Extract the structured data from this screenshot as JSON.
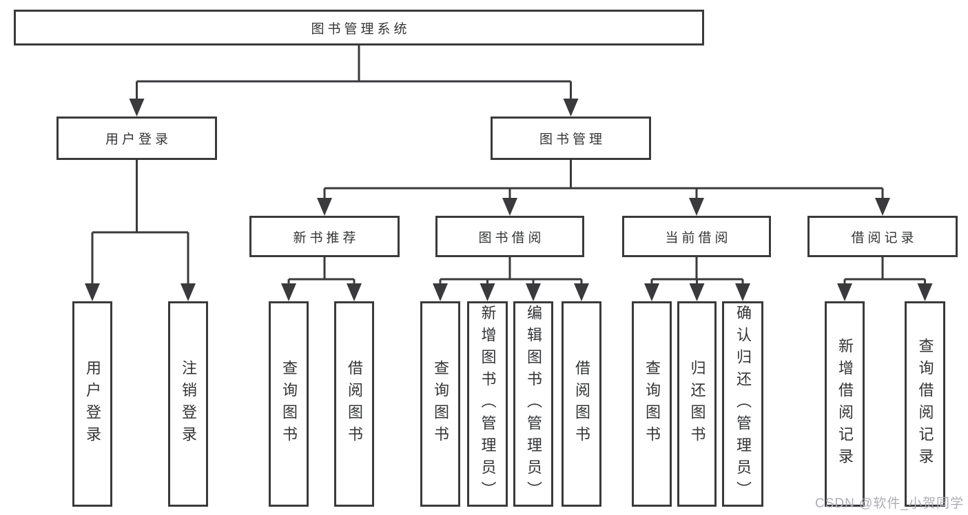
{
  "diagram": {
    "type": "hierarchy-tree",
    "root": {
      "label": "图书管理系统"
    },
    "level2": [
      {
        "id": "user-login",
        "label": "用户登录"
      },
      {
        "id": "book-management",
        "label": "图书管理"
      }
    ],
    "level3": [
      {
        "id": "new-book-recommend",
        "label": "新书推荐",
        "parent": "图书管理"
      },
      {
        "id": "book-borrow",
        "label": "图书借阅",
        "parent": "图书管理"
      },
      {
        "id": "current-borrow",
        "label": "当前借阅",
        "parent": "图书管理"
      },
      {
        "id": "borrow-records",
        "label": "借阅记录",
        "parent": "图书管理"
      }
    ],
    "leaves": [
      {
        "id": "user-login-leaf",
        "label": "用户登录",
        "parent": "用户登录"
      },
      {
        "id": "logout-leaf",
        "label": "注销登录",
        "parent": "用户登录"
      },
      {
        "id": "query-books-1",
        "label": "查询图书",
        "parent": "新书推荐"
      },
      {
        "id": "borrow-books-1",
        "label": "借阅图书",
        "parent": "新书推荐"
      },
      {
        "id": "query-books-2",
        "label": "查询图书",
        "parent": "图书借阅"
      },
      {
        "id": "add-books-admin",
        "label": "新增图书（管理员）",
        "parent": "图书借阅"
      },
      {
        "id": "edit-books-admin",
        "label": "编辑图书（管理员）",
        "parent": "图书借阅"
      },
      {
        "id": "borrow-books-2",
        "label": "借阅图书",
        "parent": "图书借阅"
      },
      {
        "id": "query-books-3",
        "label": "查询图书",
        "parent": "当前借阅"
      },
      {
        "id": "return-books",
        "label": "归还图书",
        "parent": "当前借阅"
      },
      {
        "id": "confirm-return-admin",
        "label": "确认归还（管理员）",
        "parent": "当前借阅"
      },
      {
        "id": "add-borrow-record",
        "label": "新增借阅记录",
        "parent": "借阅记录"
      },
      {
        "id": "query-borrow-record",
        "label": "查询借阅记录",
        "parent": "借阅记录"
      }
    ],
    "colors": {
      "line": "#3a3a3c",
      "text": "#333436",
      "background": "#ffffff",
      "watermark_text": "#aeadb3"
    }
  },
  "watermark": "CSDN @软件_小贺同学"
}
